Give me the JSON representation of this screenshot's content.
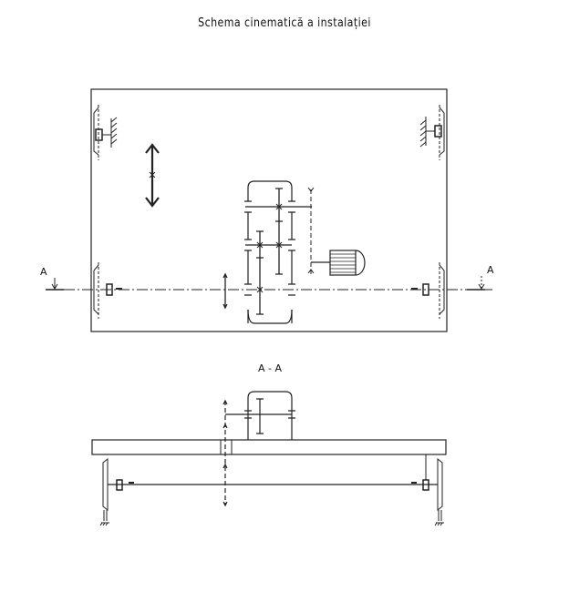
{
  "title": "Schema cinematică a instalației",
  "section_marks": {
    "left": "A",
    "right": "A"
  },
  "section_title": "A - A"
}
